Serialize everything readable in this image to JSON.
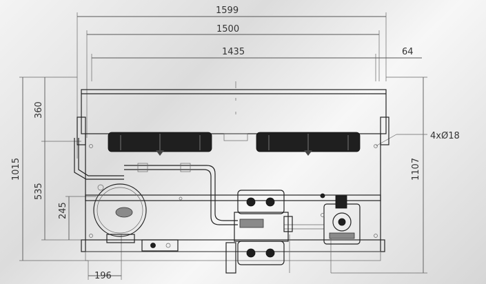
{
  "dimensions": {
    "overall_width": "1599",
    "frame_width": "1500",
    "hole_spacing": "1435",
    "side_offset": "64",
    "fan_height": "360",
    "overall_height": "1015",
    "base_height": "535",
    "receiver_height": "245",
    "height_total": "1107",
    "mount_holes": "4xØ18",
    "receiver_offset": "196"
  },
  "colors": {
    "line": "#222222",
    "fan_motor": "#1f1f1f",
    "background": "#e6e6e6"
  }
}
